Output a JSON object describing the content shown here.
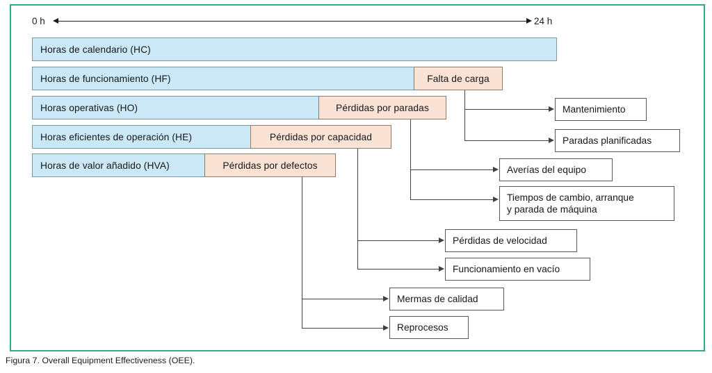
{
  "figure": {
    "caption": "Figura 7. Overall Equipment Effectiveness (OEE).",
    "frame_color": "#2fad7e",
    "blue_color": "#cbe8f7",
    "peach_color": "#fae2d4"
  },
  "axis": {
    "start_label": "0 h",
    "end_label": "24 h"
  },
  "rows": [
    {
      "base": "Horas de calendario (HC)",
      "loss": null
    },
    {
      "base": "Horas de funcionamiento (HF)",
      "loss": "Falta de carga"
    },
    {
      "base": "Horas operativas (HO)",
      "loss": "Pérdidas por paradas"
    },
    {
      "base": "Horas eficientes de operación (HE)",
      "loss": "Pérdidas por capacidad"
    },
    {
      "base": "Horas de valor añadido (HVA)",
      "loss": "Pérdidas por defectos"
    }
  ],
  "leaves": {
    "mantenimiento": "Mantenimiento",
    "paradas_planificadas": "Paradas planificadas",
    "averias": "Averías del equipo",
    "tiempos_cambio": "Tiempos de cambio, arranque\ny parada de máquina",
    "perdidas_velocidad": "Pérdidas de velocidad",
    "funcionamiento_vacio": "Funcionamiento en vacío",
    "mermas_calidad": "Mermas de calidad",
    "reprocesos": "Reprocesos"
  }
}
